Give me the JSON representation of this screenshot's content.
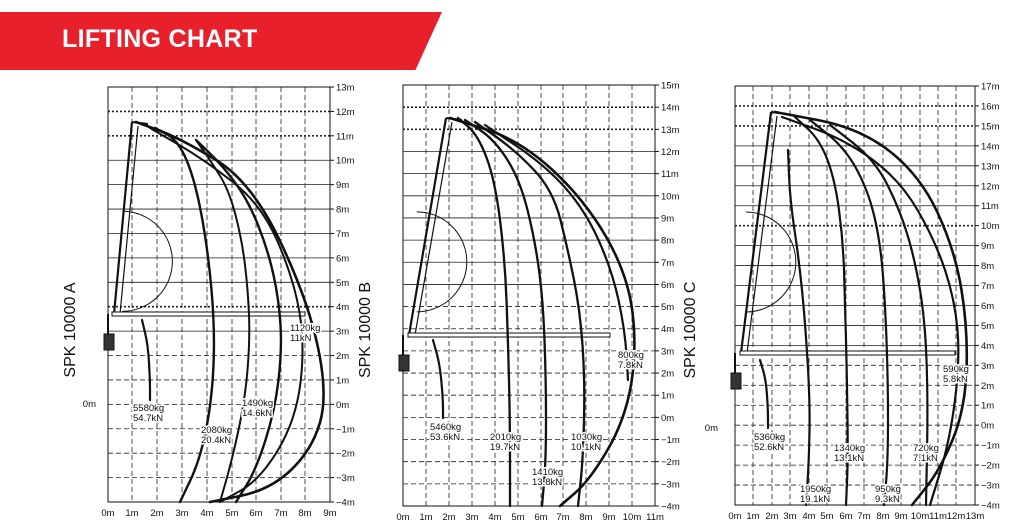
{
  "header": {
    "title": "LIFTING CHART",
    "accent_color": "#e8202b"
  },
  "charts": [
    {
      "name": "SPK 10000 A",
      "y_labels": [
        "13m",
        "12m",
        "11m",
        "10m",
        "9m",
        "8m",
        "7m",
        "6m",
        "5m",
        "4m",
        "3m",
        "2m",
        "1m",
        "0m",
        "−1m",
        "−2m",
        "−3m",
        "−4m"
      ],
      "x_labels": [
        "0m",
        "1m",
        "2m",
        "3m",
        "4m",
        "5m",
        "6m",
        "7m",
        "8m",
        "9m"
      ],
      "origin_label": "0m",
      "loads": [
        {
          "kg": "5580kg",
          "kn": "54.7kN"
        },
        {
          "kg": "2080kg",
          "kn": "20.4kN"
        },
        {
          "kg": "1490kg",
          "kn": "14.6kN"
        },
        {
          "kg": "1120kg",
          "kn": "11kN"
        }
      ]
    },
    {
      "name": "SPK 10000 B",
      "y_labels": [
        "15m",
        "14m",
        "13m",
        "12m",
        "11m",
        "10m",
        "9m",
        "8m",
        "7m",
        "6m",
        "5m",
        "4m",
        "3m",
        "2m",
        "1m",
        "0m",
        "−1m",
        "−2m",
        "−3m",
        "−4m"
      ],
      "x_labels": [
        "0m",
        "1m",
        "2m",
        "3m",
        "4m",
        "5m",
        "6m",
        "7m",
        "8m",
        "9m",
        "10m",
        "11m"
      ],
      "loads": [
        {
          "kg": "5460kg",
          "kn": "53.6kN"
        },
        {
          "kg": "2010kg",
          "kn": "19.7kN"
        },
        {
          "kg": "1410kg",
          "kn": "13.8kN"
        },
        {
          "kg": "1030kg",
          "kn": "10.1kN"
        },
        {
          "kg": "800kg",
          "kn": "7.8kN"
        }
      ]
    },
    {
      "name": "SPK 10000 C",
      "y_labels": [
        "17m",
        "16m",
        "15m",
        "14m",
        "13m",
        "12m",
        "11m",
        "10m",
        "9m",
        "8m",
        "7m",
        "6m",
        "5m",
        "4m",
        "3m",
        "2m",
        "1m",
        "0m",
        "−1m",
        "−2m",
        "−3m",
        "−4m"
      ],
      "x_labels": [
        "0m",
        "1m",
        "2m",
        "3m",
        "4m",
        "5m",
        "6m",
        "7m",
        "8m",
        "9m",
        "10m",
        "11m",
        "12m",
        "13m"
      ],
      "origin_label": "0m",
      "loads": [
        {
          "kg": "5360kg",
          "kn": "52.6kN"
        },
        {
          "kg": "1950kg",
          "kn": "19.1kN"
        },
        {
          "kg": "1340kg",
          "kn": "13.1kN"
        },
        {
          "kg": "950kg",
          "kn": "9.3kN"
        },
        {
          "kg": "720kg",
          "kn": "7.1kN"
        },
        {
          "kg": "590kg",
          "kn": "5.8kN"
        }
      ]
    }
  ]
}
